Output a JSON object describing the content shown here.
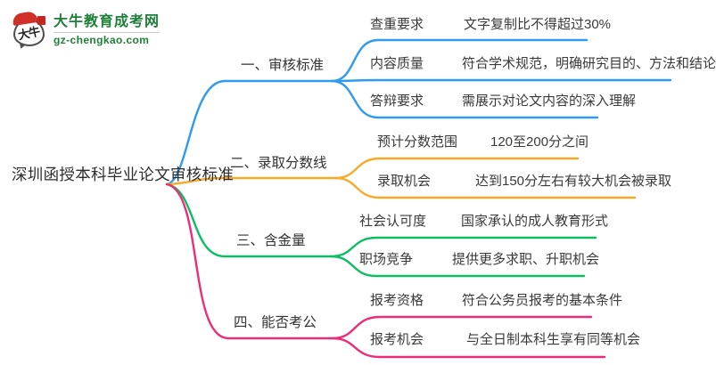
{
  "logo": {
    "bubble_text": "大牛",
    "title": "大牛教育成考网",
    "domain": "gz-chengkao.com",
    "brand_green": "#1d8038",
    "brand_red": "#cf3129"
  },
  "root": {
    "label": "深圳函授本科毕业论文审核标准"
  },
  "branches": [
    {
      "label": "一、审核标准",
      "color": "#2e9bf0",
      "children": [
        {
          "keyword": "查重要求",
          "value": "文字复制比不得超过30%"
        },
        {
          "keyword": "内容质量",
          "value": "符合学术规范，明确研究目的、方法和结论"
        },
        {
          "keyword": "答辩要求",
          "value": "需展示对论文内容的深入理解"
        }
      ]
    },
    {
      "label": "二、录取分数线",
      "color": "#f7a927",
      "children": [
        {
          "keyword": "预计分数范围",
          "value": "120至200分之间"
        },
        {
          "keyword": "录取机会",
          "value": "达到150分左右有较大机会被录取"
        }
      ]
    },
    {
      "label": "三、含金量",
      "color": "#0cbd66",
      "children": [
        {
          "keyword": "社会认可度",
          "value": "国家承认的成人教育形式"
        },
        {
          "keyword": "职场竞争",
          "value": "提供更多求职、升职机会"
        }
      ]
    },
    {
      "label": "四、能否考公",
      "color": "#ee2d78",
      "children": [
        {
          "keyword": "报考资格",
          "value": "符合公务员报考的基本条件"
        },
        {
          "keyword": "报考机会",
          "value": "与全日制本科生享有同等机会"
        }
      ]
    }
  ]
}
